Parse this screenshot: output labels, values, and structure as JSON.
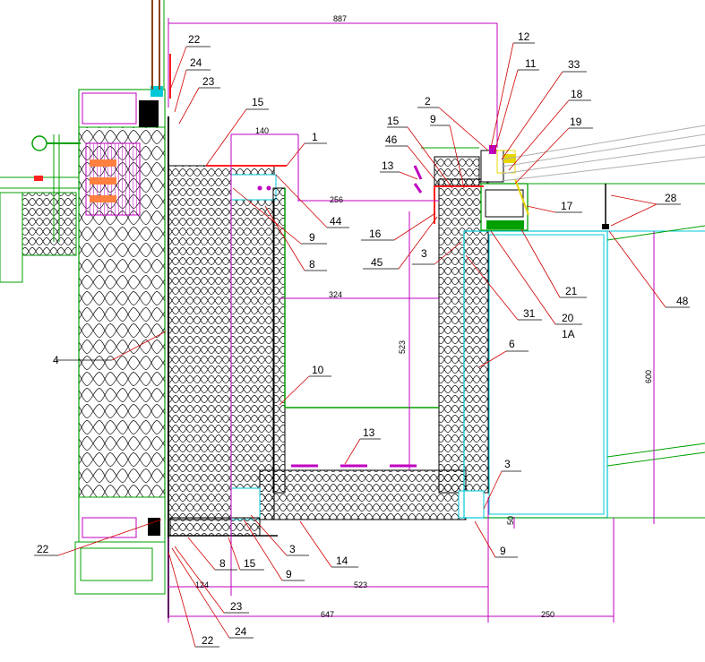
{
  "dimensions": {
    "top_887": "887",
    "d140": "140",
    "d256": "256",
    "d324": "324",
    "d523_vert": "523",
    "d600": "600",
    "d124": "124",
    "d523": "523",
    "d647": "647",
    "d250": "250",
    "d50": "50"
  },
  "callouts": {
    "c22_top": "22",
    "c24_top": "24",
    "c23_top": "23",
    "c15_a": "15",
    "c1": "1",
    "c2": "2",
    "c12": "12",
    "c11": "11",
    "c33": "33",
    "c15_b": "15",
    "c9_a": "9",
    "c18": "18",
    "c46": "46",
    "c19": "19",
    "c13_a": "13",
    "c17": "17",
    "c44": "44",
    "c16": "16",
    "c28": "28",
    "c9_b": "9",
    "c8_a": "8",
    "c45": "45",
    "c3_a": "3",
    "c21": "21",
    "c48": "48",
    "c31": "31",
    "c20": "20",
    "c1A": "1A",
    "c4": "4",
    "c6": "6",
    "c10": "10",
    "c13_b": "13",
    "c3_b": "3",
    "c22_bot": "22",
    "c3_c": "3",
    "c14": "14",
    "c9_c": "9",
    "c8_b": "8",
    "c15_c": "15",
    "c9_d": "9",
    "c23_bot": "23",
    "c24_bot": "24",
    "c22_bot2": "22"
  },
  "colors": {
    "outline": "#00a000",
    "cyan": "#00c8d8",
    "leader": "#d00000",
    "insulation": "#000000",
    "magenta": "#c000c0",
    "brown": "#8b4513",
    "yellow": "#e8d800"
  }
}
